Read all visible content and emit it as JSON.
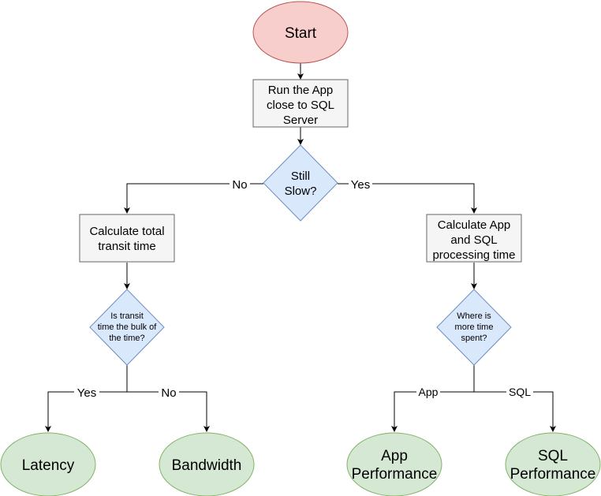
{
  "nodes": {
    "start": {
      "label": "Start"
    },
    "run_app": {
      "lines": [
        "Run the App",
        "close to SQL",
        "Server"
      ]
    },
    "still_slow": {
      "lines": [
        "Still",
        "Slow?"
      ]
    },
    "calc_transit": {
      "lines": [
        "Calculate total",
        "transit time"
      ]
    },
    "calc_processing": {
      "lines": [
        "Calculate App",
        "and SQL",
        "processing time"
      ]
    },
    "is_transit_bulk": {
      "lines": [
        "Is transit",
        "time the bulk of",
        "the time?"
      ]
    },
    "where_more_time": {
      "lines": [
        "Where is",
        "more time",
        "spent?"
      ]
    },
    "latency": {
      "label": "Latency"
    },
    "bandwidth": {
      "label": "Bandwidth"
    },
    "app_performance": {
      "lines": [
        "App",
        "Performance"
      ]
    },
    "sql_performance": {
      "lines": [
        "SQL",
        "Performance"
      ]
    }
  },
  "edges": {
    "still_slow_no": "No",
    "still_slow_yes": "Yes",
    "transit_yes": "Yes",
    "transit_no": "No",
    "where_app": "App",
    "where_sql": "SQL"
  },
  "colors": {
    "start_fill": "#f8cecc",
    "start_stroke": "#b85450",
    "process_fill": "#f5f5f5",
    "process_stroke": "#666666",
    "decision_fill": "#dae8fc",
    "decision_stroke": "#6c8ebf",
    "end_fill": "#d5e8d4",
    "end_stroke": "#82b366",
    "line": "#000000"
  }
}
